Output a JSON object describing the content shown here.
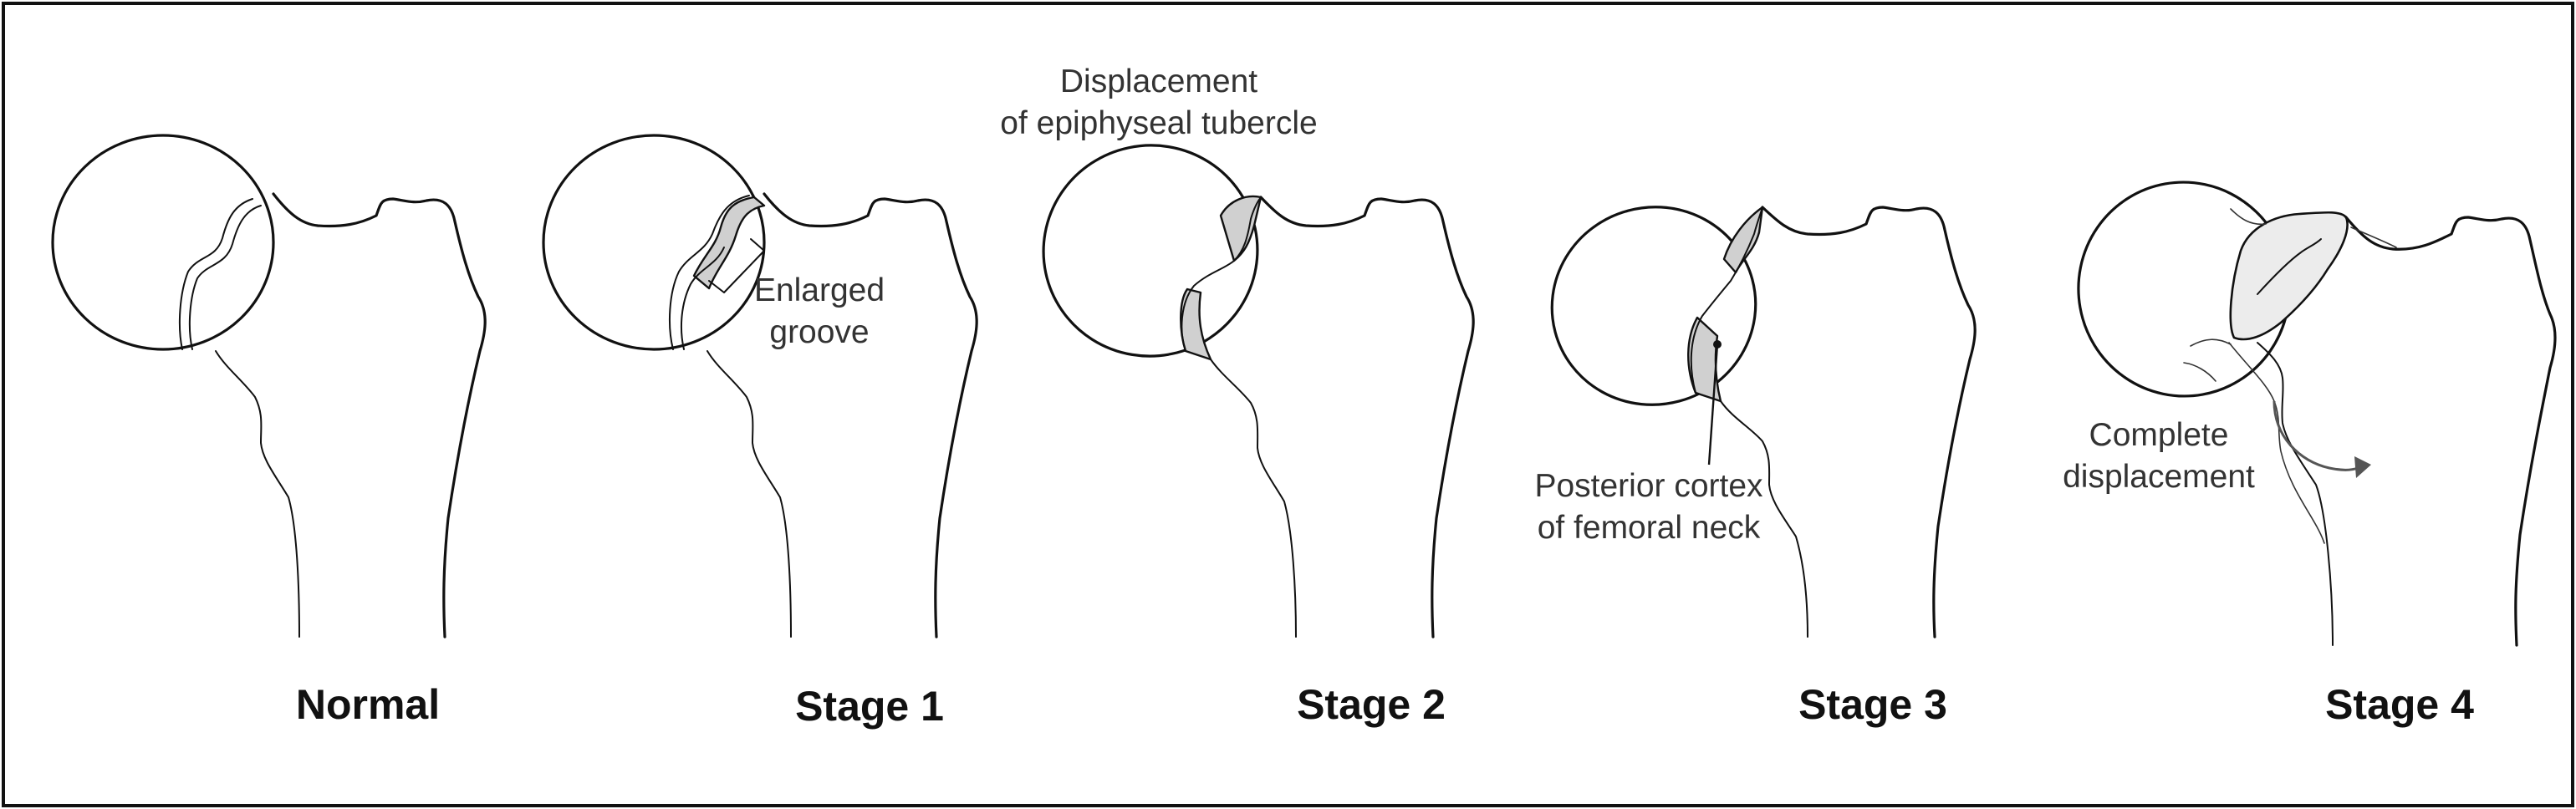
{
  "stages": [
    {
      "label": "Normal"
    },
    {
      "label": "Stage 1"
    },
    {
      "label": "Stage 2"
    },
    {
      "label": "Stage 3"
    },
    {
      "label": "Stage 4"
    }
  ],
  "annotations": {
    "enlarged_groove": [
      "Enlarged",
      "groove"
    ],
    "epiphyseal_displacement": [
      "Displacement",
      "of epiphyseal tubercle"
    ],
    "posterior_cortex": [
      "Posterior cortex",
      "of femoral neck"
    ],
    "complete_displacement": [
      "Complete",
      "displacement"
    ]
  },
  "colors": {
    "outline": "#111111",
    "shading": "#d0d0d0",
    "label_text": "#333333",
    "frame": "#111111"
  }
}
